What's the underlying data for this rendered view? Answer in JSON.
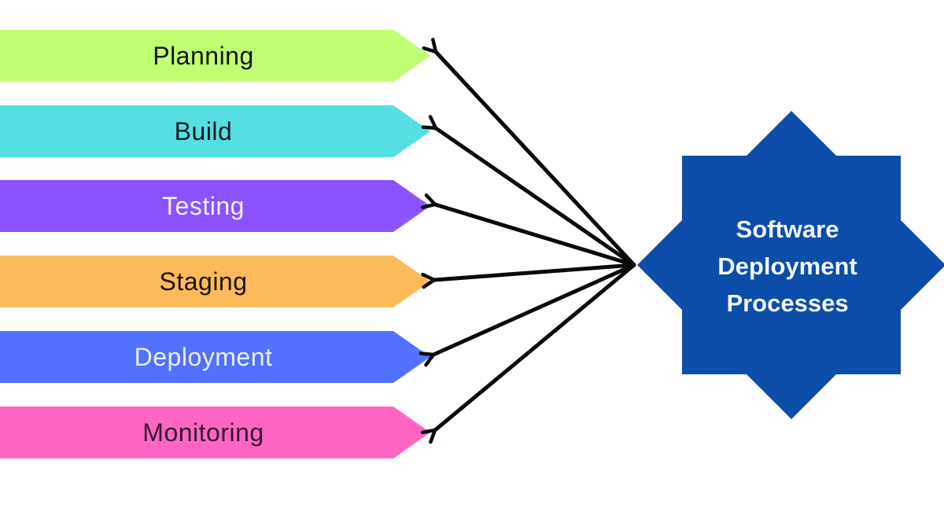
{
  "diagram_title": "Software Deployment Processes",
  "banners": [
    {
      "label": "Planning",
      "bg": "#C1FF72",
      "text_color": "#121212"
    },
    {
      "label": "Build",
      "bg": "#56DFE3",
      "text_color": "#0D1B1C"
    },
    {
      "label": "Testing",
      "bg": "#8C52FF",
      "text_color": "#F4EFFE"
    },
    {
      "label": "Staging",
      "bg": "#FCBA5B",
      "text_color": "#1C130A"
    },
    {
      "label": "Deployment",
      "bg": "#5271FF",
      "text_color": "#EBF0FC"
    },
    {
      "label": "Monitoring",
      "bg": "#FF66C4",
      "text_color": "#331030"
    }
  ],
  "star": {
    "label_lines": [
      "Software",
      "Deployment",
      "Processes"
    ],
    "bg": "#0C4DA9",
    "text_color": "#F2F5FA"
  },
  "arrow_color": "#0A0A0A"
}
